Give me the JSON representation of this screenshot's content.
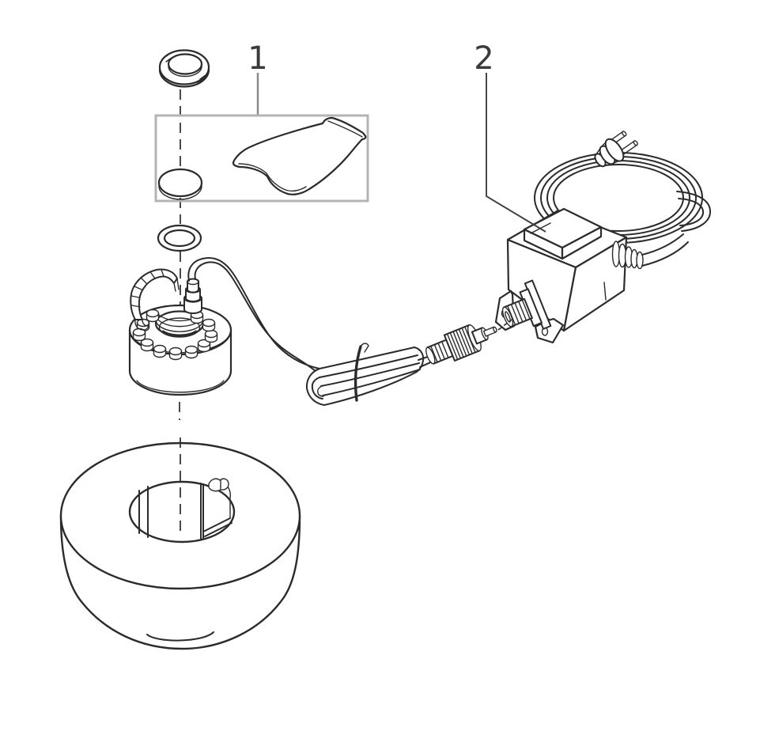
{
  "diagram": {
    "type": "exploded-parts-diagram",
    "description_labels_visible": [
      "1",
      "2"
    ],
    "callouts": [
      {
        "label": "1"
      },
      {
        "label": "2"
      }
    ],
    "parts": [
      "locking-ring",
      "service-kit-box-membrane-and-tool",
      "o-ring",
      "fogger-led-unit",
      "connection-cable-coil",
      "screw-connector",
      "transformer-power-supply",
      "mains-plug",
      "foam-float"
    ]
  },
  "colors": {
    "background": "#ffffff",
    "line": "#2b2b2b",
    "callout_box": "#b4b4b4",
    "leader_1": "#8a8a8a",
    "leader_2": "#3f3f3f",
    "label_text": "#3a3a3a"
  }
}
